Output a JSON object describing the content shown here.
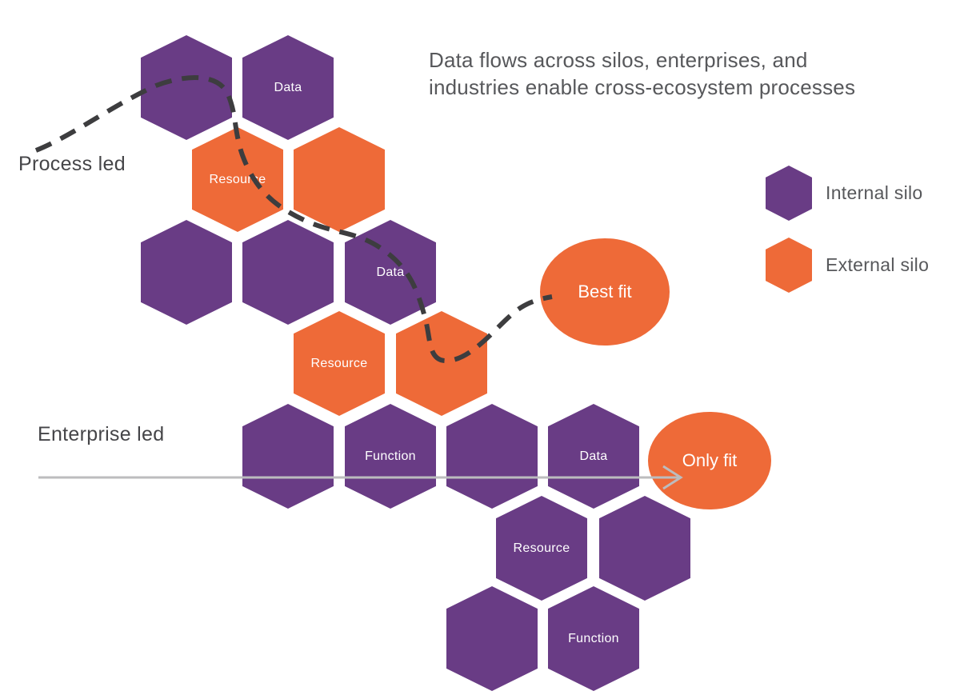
{
  "title": {
    "line1": "Data flows across silos, enterprises, and",
    "line2": "industries enable cross-ecosystem processes"
  },
  "annotations": {
    "process_led": "Process led",
    "enterprise_led": "Enterprise led"
  },
  "legend": {
    "internal": {
      "label": "Internal silo"
    },
    "external": {
      "label": "External silo"
    }
  },
  "circles": {
    "best_fit": {
      "label": "Best fit"
    },
    "only_fit": {
      "label": "Only fit"
    }
  },
  "hexagons": [
    {
      "type": "internal",
      "label": ""
    },
    {
      "type": "internal",
      "label": "Data"
    },
    {
      "type": "external",
      "label": "Resource"
    },
    {
      "type": "external",
      "label": ""
    },
    {
      "type": "internal",
      "label": ""
    },
    {
      "type": "internal",
      "label": ""
    },
    {
      "type": "internal",
      "label": "Data"
    },
    {
      "type": "external",
      "label": "Resource"
    },
    {
      "type": "external",
      "label": ""
    },
    {
      "type": "internal",
      "label": ""
    },
    {
      "type": "internal",
      "label": "Function"
    },
    {
      "type": "internal",
      "label": ""
    },
    {
      "type": "internal",
      "label": "Data"
    },
    {
      "type": "internal",
      "label": "Resource"
    },
    {
      "type": "internal",
      "label": ""
    },
    {
      "type": "internal",
      "label": ""
    },
    {
      "type": "internal",
      "label": "Function"
    }
  ],
  "colors": {
    "internal_silo": "#693c85",
    "external_silo": "#ee6a38",
    "connector_dark": "#3d3d3f",
    "arrow_gray": "#bcbcbe",
    "heading_text": "#57585b",
    "label_text": "#454548"
  }
}
